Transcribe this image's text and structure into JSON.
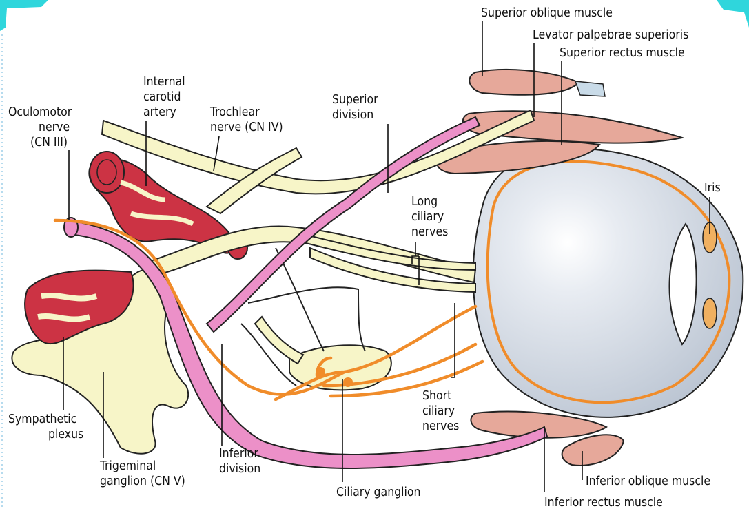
{
  "labels": {
    "superior_oblique": "Superior oblique muscle",
    "levator": "Levator palpebrae superioris",
    "superior_rectus": "Superior rectus muscle",
    "internal_carotid_1": "Internal",
    "internal_carotid_2": "carotid",
    "internal_carotid_3": "artery",
    "oculomotor_1": "Oculomotor",
    "oculomotor_2": "nerve",
    "oculomotor_3": "(CN III)",
    "trochlear_1": "Trochlear",
    "trochlear_2": "nerve (CN IV)",
    "superior_division_1": "Superior",
    "superior_division_2": "division",
    "iris": "Iris",
    "long_ciliary_1": "Long",
    "long_ciliary_2": "ciliary",
    "long_ciliary_3": "nerves",
    "short_ciliary_1": "Short",
    "short_ciliary_2": "ciliary",
    "short_ciliary_3": "nerves",
    "sympathetic_1": "Sympathetic",
    "sympathetic_2": "plexus",
    "trigeminal_1": "Trigeminal",
    "trigeminal_2": "ganglion (CN V)",
    "inferior_division_1": "Inferior",
    "inferior_division_2": "division",
    "ciliary_ganglion": "Ciliary ganglion",
    "inferior_oblique": "Inferior oblique muscle",
    "inferior_rectus": "Inferior rectus muscle"
  },
  "colors": {
    "nerve": "#f7f5c8",
    "parasympathetic": "#f08c2a",
    "superior_division": "#ec90c8",
    "muscle": "#e6a89a",
    "artery": "#cc3344",
    "eyeball": "#dfe4ec",
    "frame_accent": "#2fd6dc"
  }
}
